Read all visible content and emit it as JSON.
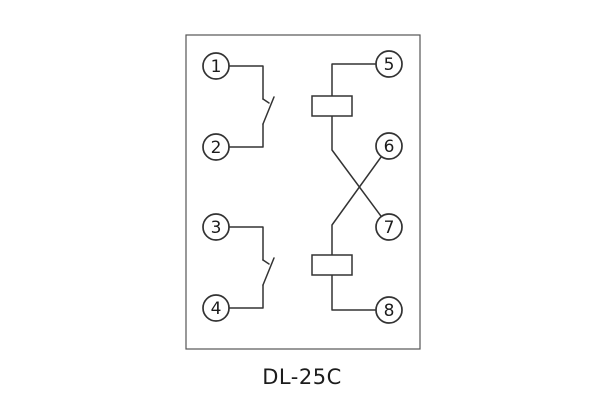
{
  "diagram": {
    "caption": "DL-25C",
    "terminals": [
      "1",
      "2",
      "3",
      "4",
      "5",
      "6",
      "7",
      "8"
    ],
    "components": {
      "contact_switches": 2,
      "coils": 2,
      "crossed_wires": true
    },
    "colors": {
      "line": "#333333",
      "border": "#555555",
      "background": "#ffffff"
    }
  }
}
